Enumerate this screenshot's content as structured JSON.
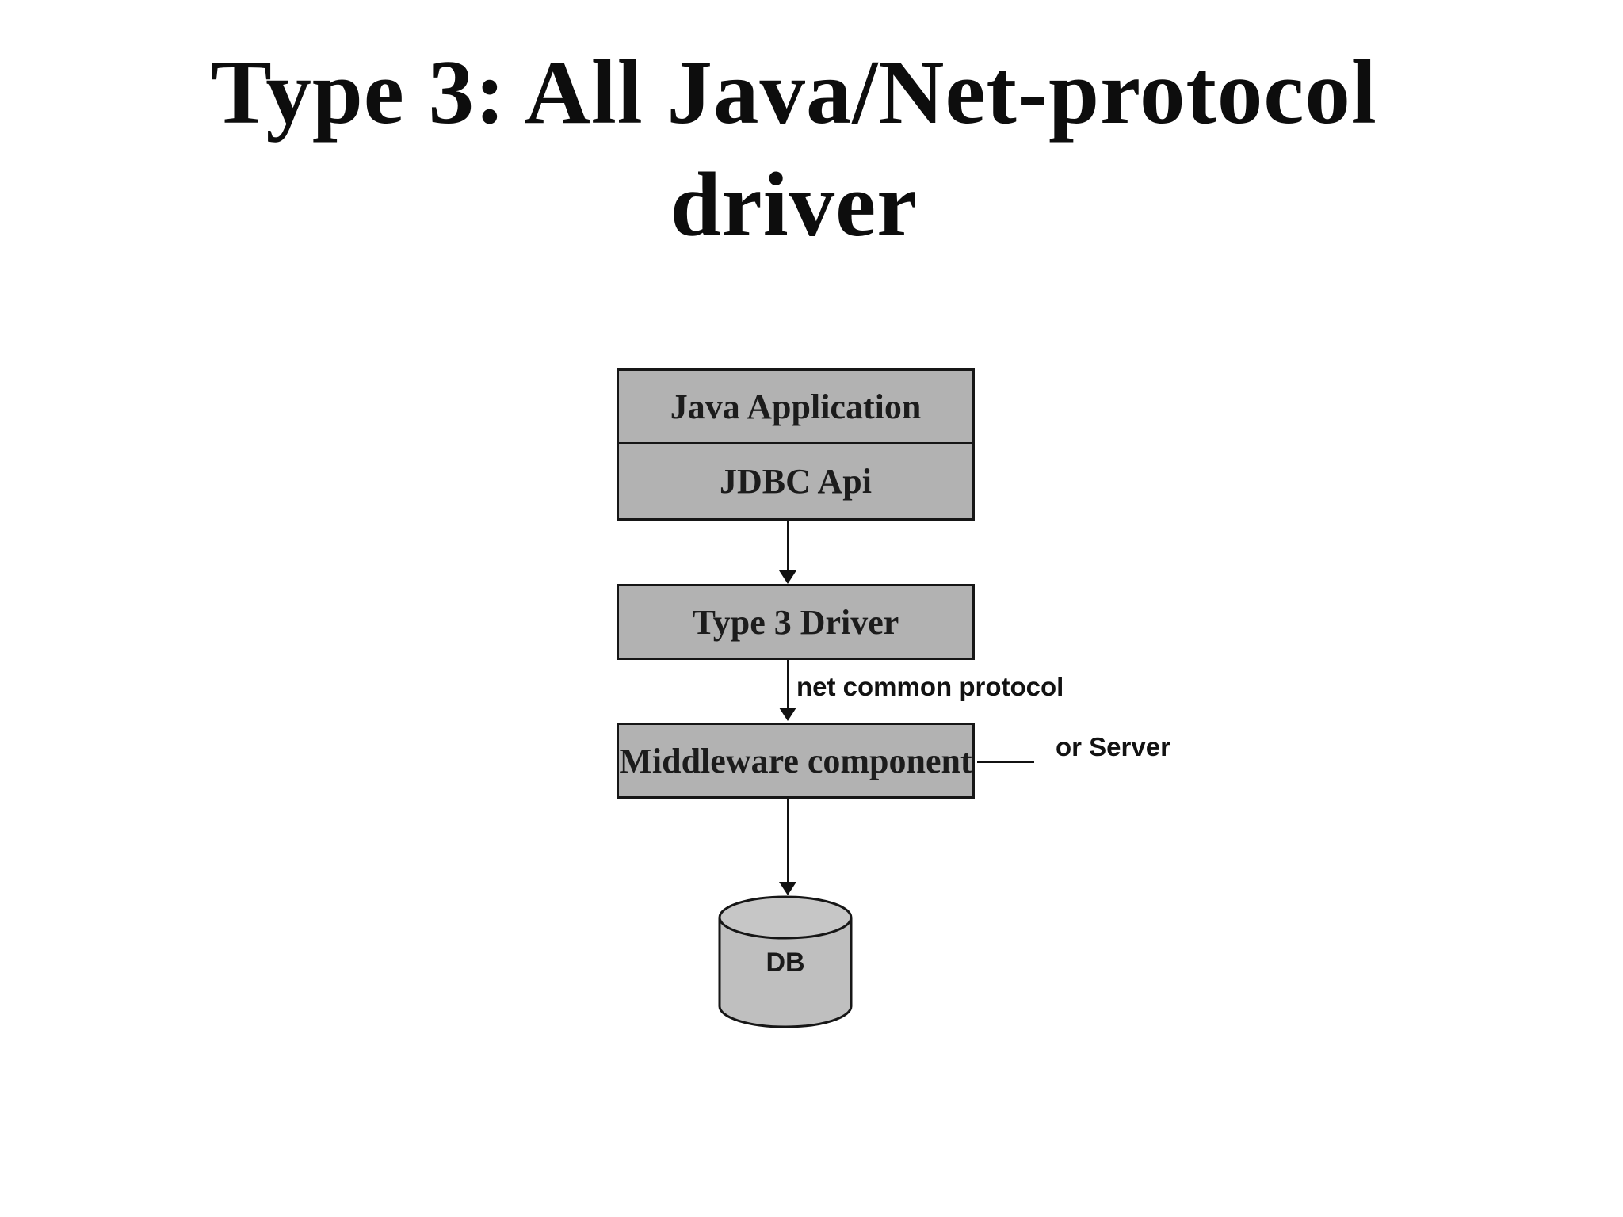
{
  "slide": {
    "title_line1": "Type 3: All Java/Net-protocol",
    "title_line2": "driver"
  },
  "diagram": {
    "app_stack": {
      "top_label": "Java Application",
      "bottom_label": "JDBC Api"
    },
    "driver_box_label": "Type 3 Driver",
    "middleware_box_label": "Middleware component",
    "net_protocol_label": "net common protocol",
    "server_label": "or Server",
    "db_label": "DB",
    "colors": {
      "box_fill": "#b2b2b2",
      "box_border": "#161616",
      "cylinder_fill": "#bfbfbf",
      "cylinder_top_fill": "#c6c6c6",
      "line": "#111111",
      "background": "#ffffff",
      "title_text": "#0d0d0d"
    }
  }
}
